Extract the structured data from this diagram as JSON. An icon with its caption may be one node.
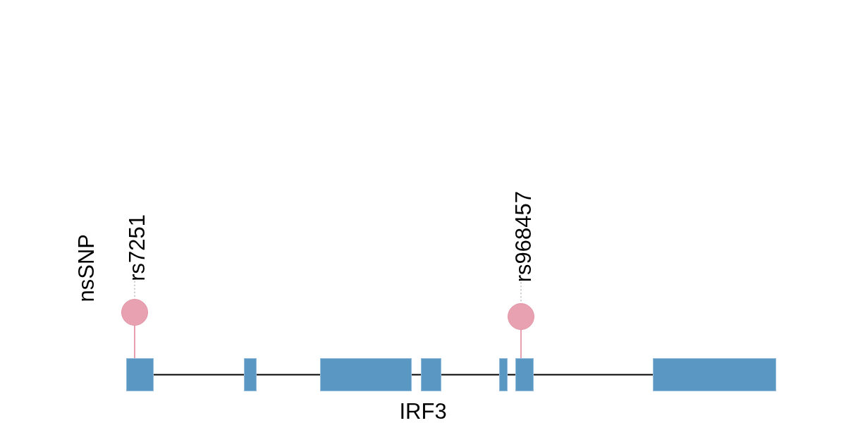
{
  "diagram": {
    "nodes": [
      {
        "text": [
          "rs7251"
        ]
      },
      {
        "text": [],
        "shape": "circle"
      },
      {
        "text": [
          "rs968457"
        ]
      },
      {
        "text": [],
        "shape": "circle"
      },
      {
        "text": [],
        "shape": "bar"
      },
      {
        "text": [],
        "shape": "bar"
      },
      {
        "text": [],
        "shape": "bar"
      },
      {
        "text": [],
        "shape": "bar"
      },
      {
        "text": [],
        "shape": "bar"
      },
      {
        "text": [],
        "shape": "bar"
      },
      {
        "text": [],
        "shape": "bar"
      }
    ],
    "edges": [
      {
        "from": 0,
        "to": 1,
        "arrow": "none",
        "style": "dashed",
        "color": "#bbbbbb"
      },
      {
        "from": 1,
        "to": 4,
        "arrow": "none",
        "color": "#e8a0b0"
      },
      {
        "from": 2,
        "to": 3,
        "arrow": "none",
        "style": "dashed",
        "color": "#bbbbbb"
      },
      {
        "from": 3,
        "to": 9,
        "arrow": "none",
        "color": "#e8a0b0"
      },
      {
        "from": 4,
        "to": 5,
        "arrow": "none"
      },
      {
        "from": 5,
        "to": 6,
        "arrow": "none"
      },
      {
        "from": 6,
        "to": 7,
        "arrow": "none"
      },
      {
        "from": 7,
        "to": 8,
        "arrow": "none"
      },
      {
        "from": 8,
        "to": 9,
        "arrow": "none"
      },
      {
        "from": 9,
        "to": 10,
        "arrow": "none"
      }
    ],
    "labels": [
      "nsSNP",
      "IRF3"
    ]
  }
}
